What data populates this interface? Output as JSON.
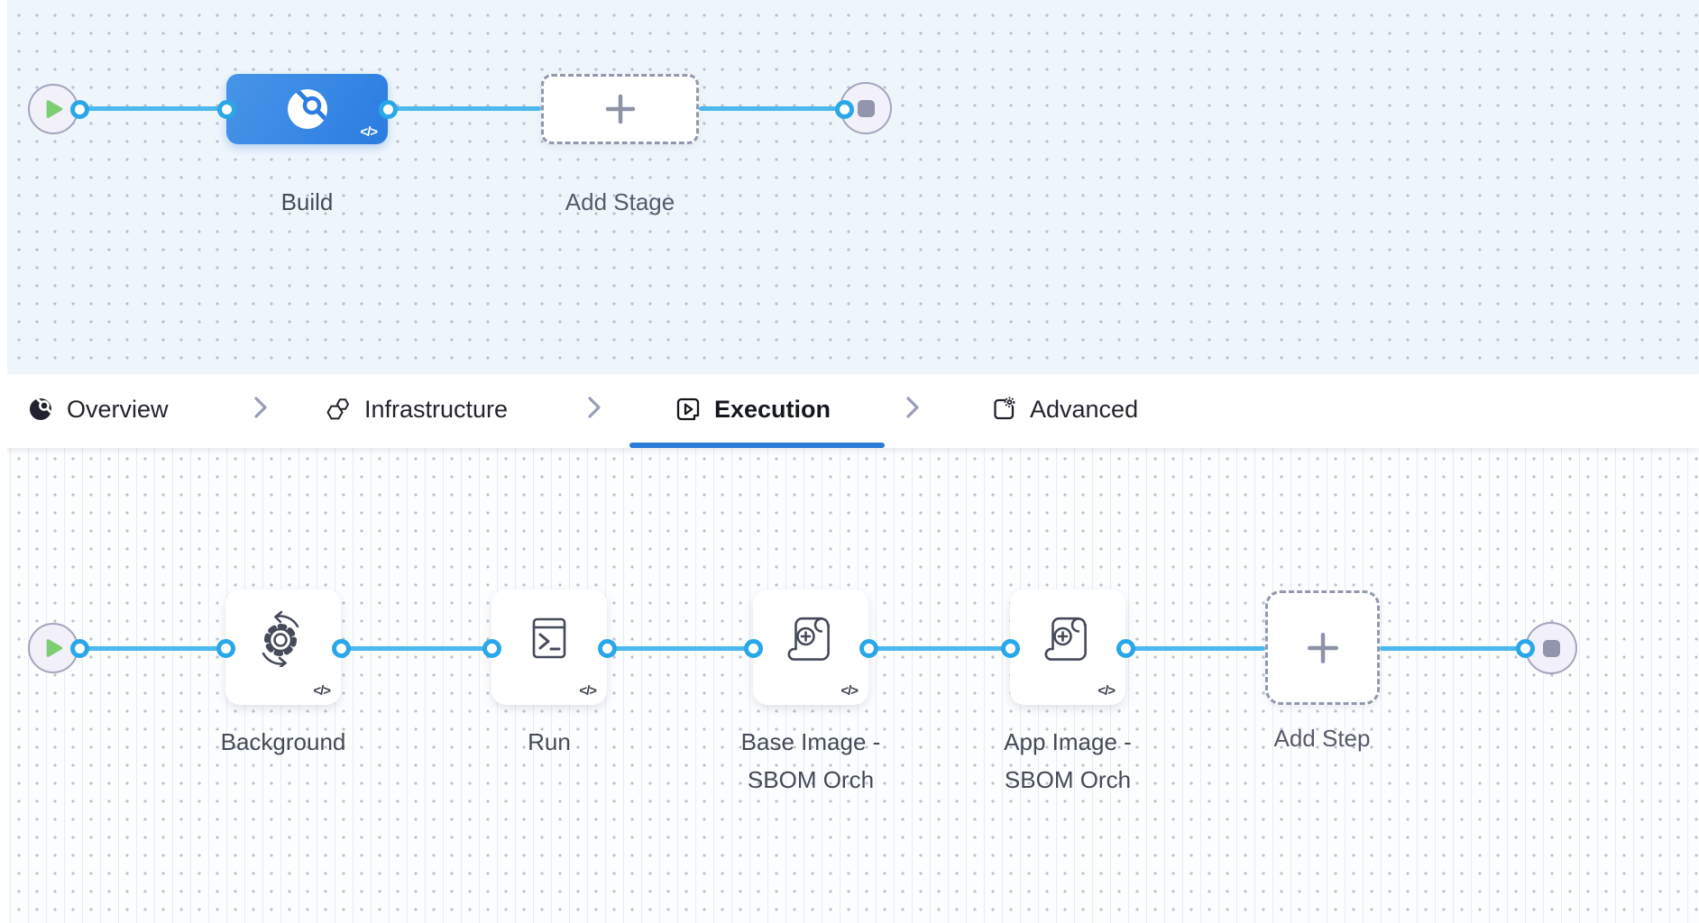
{
  "stage_canvas": {
    "start_icon": "play-icon",
    "end_icon": "stop-icon",
    "stage": {
      "label": "Build",
      "icon": "ci-build-icon",
      "code_glyph": "</>"
    },
    "add_stage": {
      "label": "Add Stage",
      "icon": "plus-icon"
    }
  },
  "tabs": {
    "items": [
      {
        "label": "Overview",
        "icon": "ci-overview-icon",
        "active": false
      },
      {
        "label": "Infrastructure",
        "icon": "infrastructure-hexagons-icon",
        "active": false
      },
      {
        "label": "Execution",
        "icon": "execution-play-window-icon",
        "active": true
      },
      {
        "label": "Advanced",
        "icon": "advanced-gear-window-icon",
        "active": false
      }
    ],
    "separator_icon": "chevron-right-icon"
  },
  "step_canvas": {
    "start_icon": "play-icon",
    "end_icon": "stop-icon",
    "steps": [
      {
        "label": "Background",
        "icon": "background-sync-gear-icon",
        "code_glyph": "</>"
      },
      {
        "label": "Run",
        "icon": "run-terminal-icon",
        "code_glyph": "</>"
      },
      {
        "label": "Base Image - SBOM Orch",
        "icon": "sbom-scroll-plus-icon",
        "code_glyph": "</>"
      },
      {
        "label": "App Image - SBOM Orch",
        "icon": "sbom-scroll-plus-icon",
        "code_glyph": "</>"
      },
      {
        "label": "Add Step",
        "icon": "plus-icon"
      }
    ]
  },
  "colors": {
    "accent_blue": "#2e7ce1",
    "connector_line_blue": "#4cb9ee",
    "port_ring_blue": "#29a7e8",
    "play_green": "#7ccf71",
    "tab_underline_blue": "#2b7bd8",
    "canvas_top_bg": "#eff6fb",
    "canvas_bottom_bg": "#fcfdfe"
  }
}
